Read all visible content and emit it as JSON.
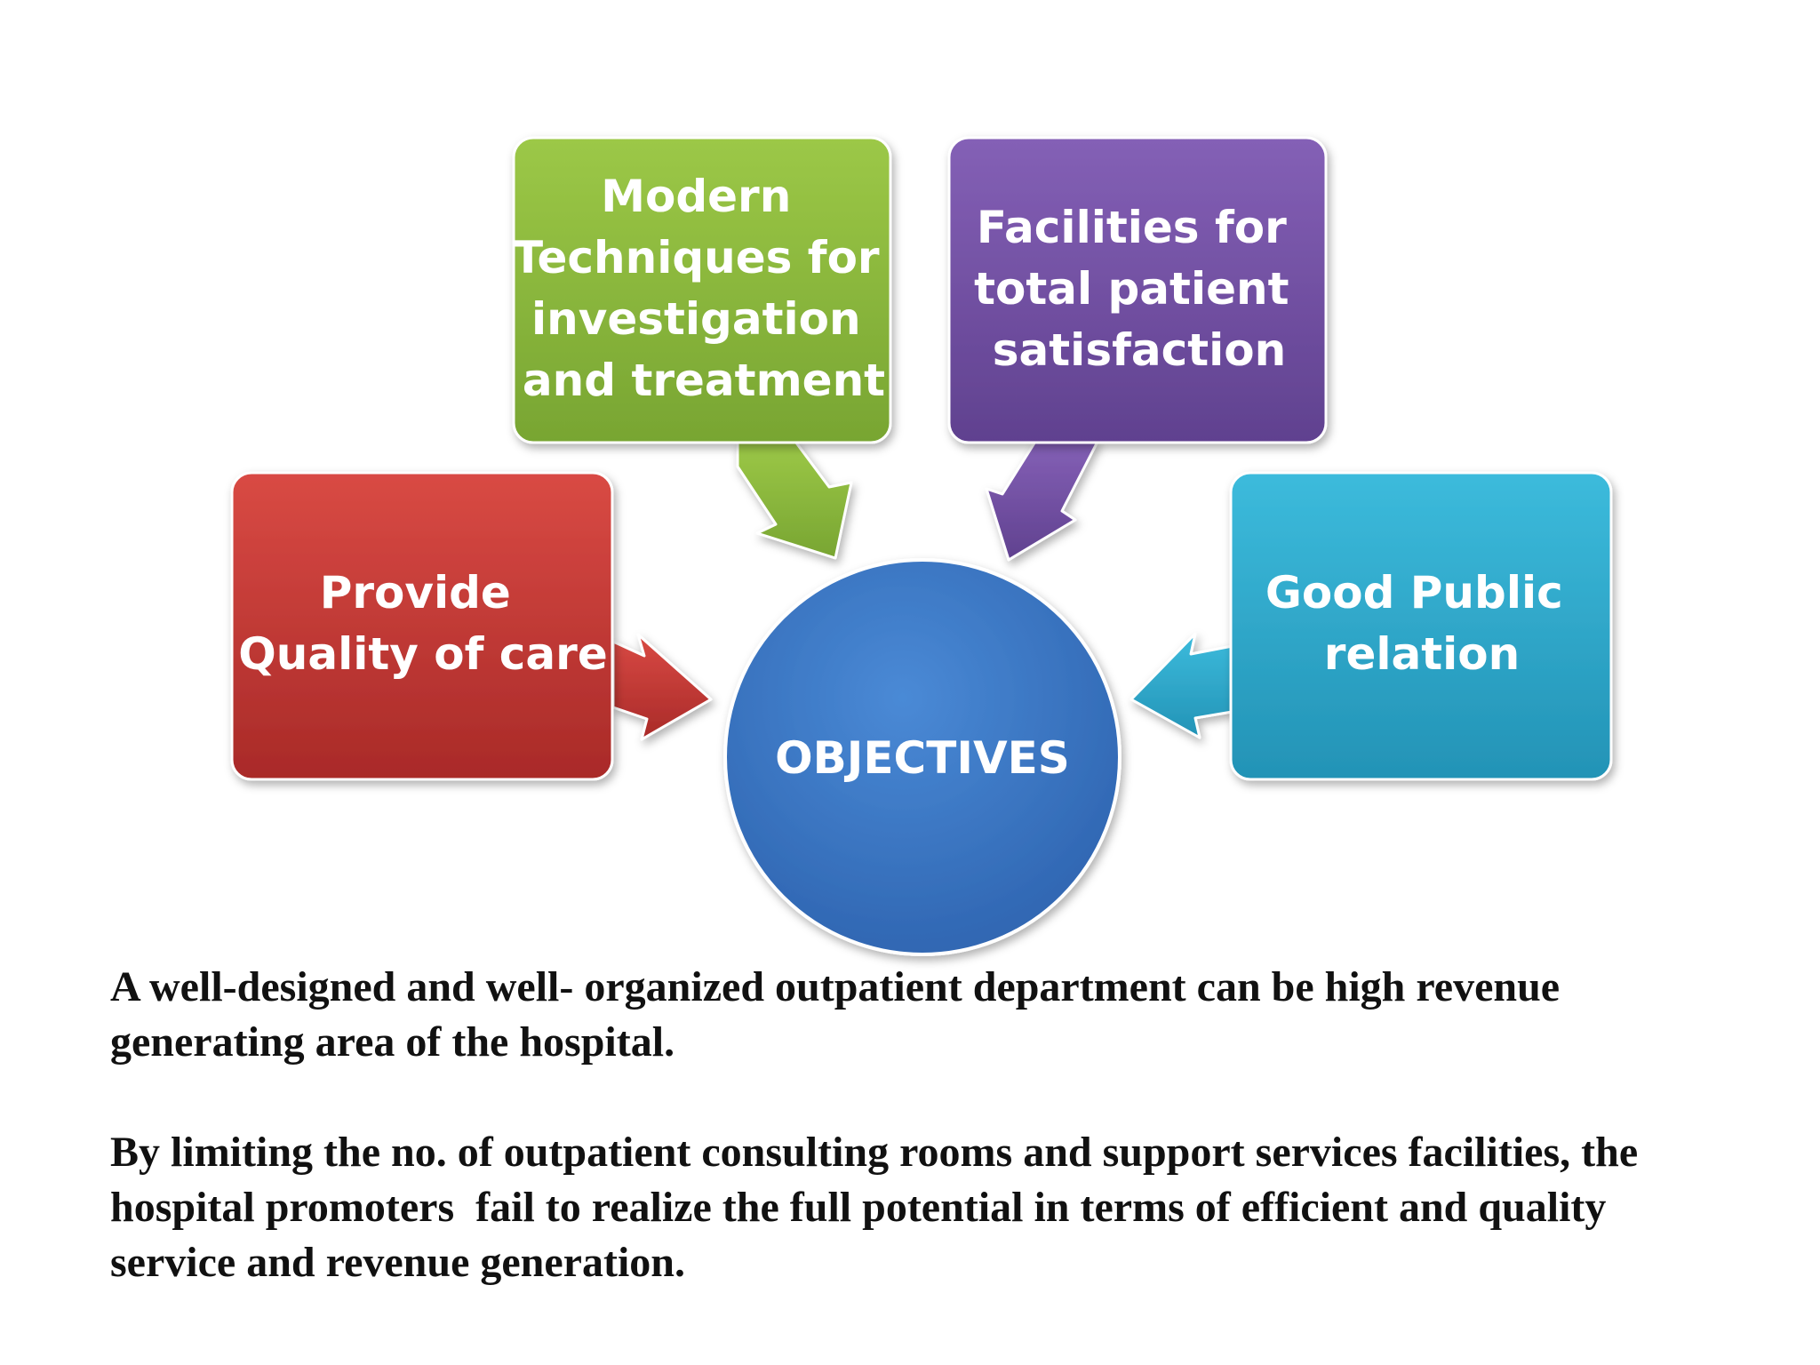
{
  "diagram": {
    "center": {
      "label": "OBJECTIVES",
      "color": "#3a78c6"
    },
    "boxes": [
      {
        "id": "quality",
        "lines": [
          "Provide",
          "Quality of care"
        ],
        "color": "#c73a35"
      },
      {
        "id": "modern",
        "lines": [
          "Modern",
          "Techniques for",
          "investigation",
          "and treatment"
        ],
        "color": "#8ab83a"
      },
      {
        "id": "facilities",
        "lines": [
          "Facilities for",
          "total patient",
          "satisfaction"
        ],
        "color": "#7550a6"
      },
      {
        "id": "public",
        "lines": [
          "Good Public",
          "relation"
        ],
        "color": "#2fa9cc"
      }
    ]
  },
  "paragraphs": [
    "A well-designed and well- organized outpatient department can be high revenue generating area of the hospital.",
    "By limiting the no. of outpatient consulting rooms and support services facilities, the  hospital promoters  fail to realize the full potential in terms of efficient and quality service and revenue generation."
  ]
}
